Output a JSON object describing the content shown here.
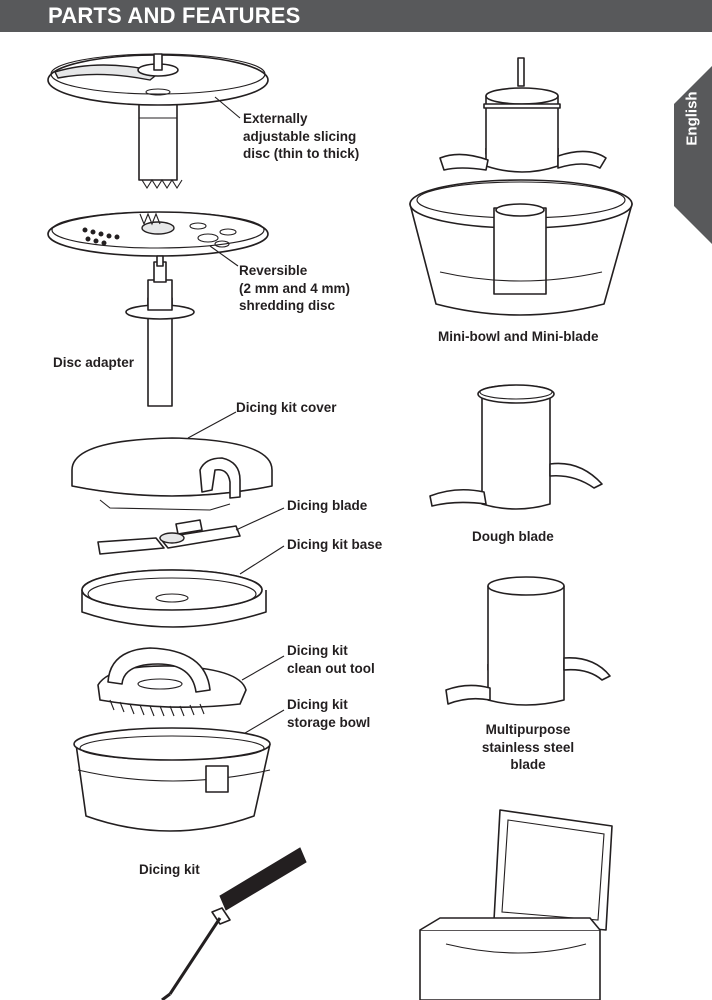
{
  "header": {
    "title": "PARTS AND FEATURES"
  },
  "language_tab": {
    "label": "English"
  },
  "colors": {
    "header_bar": "#58595b",
    "language_tab": "#58595b",
    "line_art": "#231f20"
  },
  "labels": {
    "slicing_disc": [
      "Externally",
      "adjustable slicing",
      "disc (thin to thick)"
    ],
    "shredding_disc": [
      "Reversible",
      "(2 mm and 4 mm)",
      "shredding disc"
    ],
    "disc_adapter": "Disc adapter",
    "dicing_kit_cover": "Dicing kit cover",
    "dicing_blade": "Dicing blade",
    "dicing_kit_base": "Dicing kit base",
    "clean_out_tool": [
      "Dicing kit",
      "clean out tool"
    ],
    "storage_bowl": [
      "Dicing kit",
      "storage bowl"
    ],
    "dicing_kit": "Dicing kit",
    "mini_bowl": "Mini-bowl and Mini-blade",
    "dough_blade": "Dough blade",
    "multipurpose_blade": [
      "Multipurpose",
      "stainless steel",
      "blade"
    ]
  }
}
